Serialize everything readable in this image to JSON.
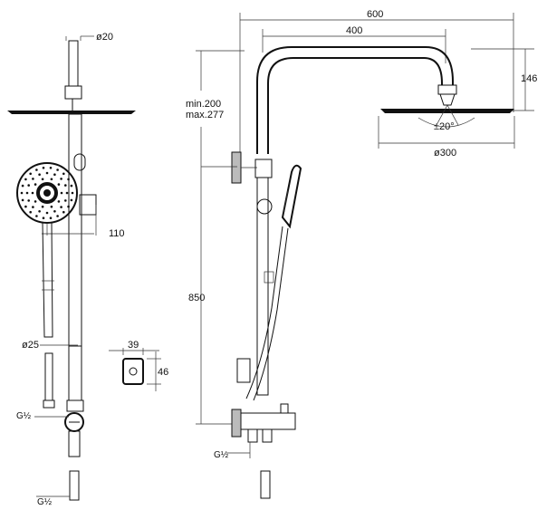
{
  "dimensions": {
    "pipe_diameter": "ø20",
    "hand_shower_offset": "110",
    "hose_diameter": "ø25",
    "bracket_width": "39",
    "bracket_height": "46",
    "inlet_thread_mid": "G½",
    "inlet_thread_bottom": "G½",
    "overall_reach": "600",
    "arm_reach": "400",
    "head_drop": "146",
    "adjust_min": "min.200",
    "adjust_max": "max.277",
    "tilt_angle": "±20°",
    "head_diameter": "ø300",
    "column_height": "850",
    "inlet_thread_right": "G½"
  }
}
